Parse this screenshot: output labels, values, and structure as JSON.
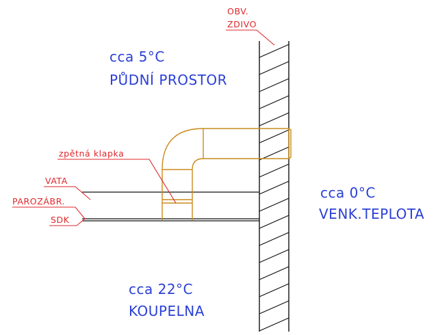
{
  "colors": {
    "background": "#ffffff",
    "room_text": "#2a3fd6",
    "callout": "#e0262a",
    "duct": "#c98a1a",
    "structure": "#111111"
  },
  "rooms": {
    "attic_temp": "cca 5°C",
    "attic_name": "PŮDNÍ PROSTOR",
    "outside_temp": "cca 0°C",
    "outside_name": "VENK.TEPLOTA",
    "bathroom_temp": "cca 22°C",
    "bathroom_name": "KOUPELNA"
  },
  "callouts": {
    "wall_line1": "OBV.",
    "wall_line2": "ZDIVO",
    "damper": "zpětná klapka",
    "insulation": "VATA",
    "vapor_barrier": "PAROZÁBR.",
    "drywall": "SDK"
  }
}
